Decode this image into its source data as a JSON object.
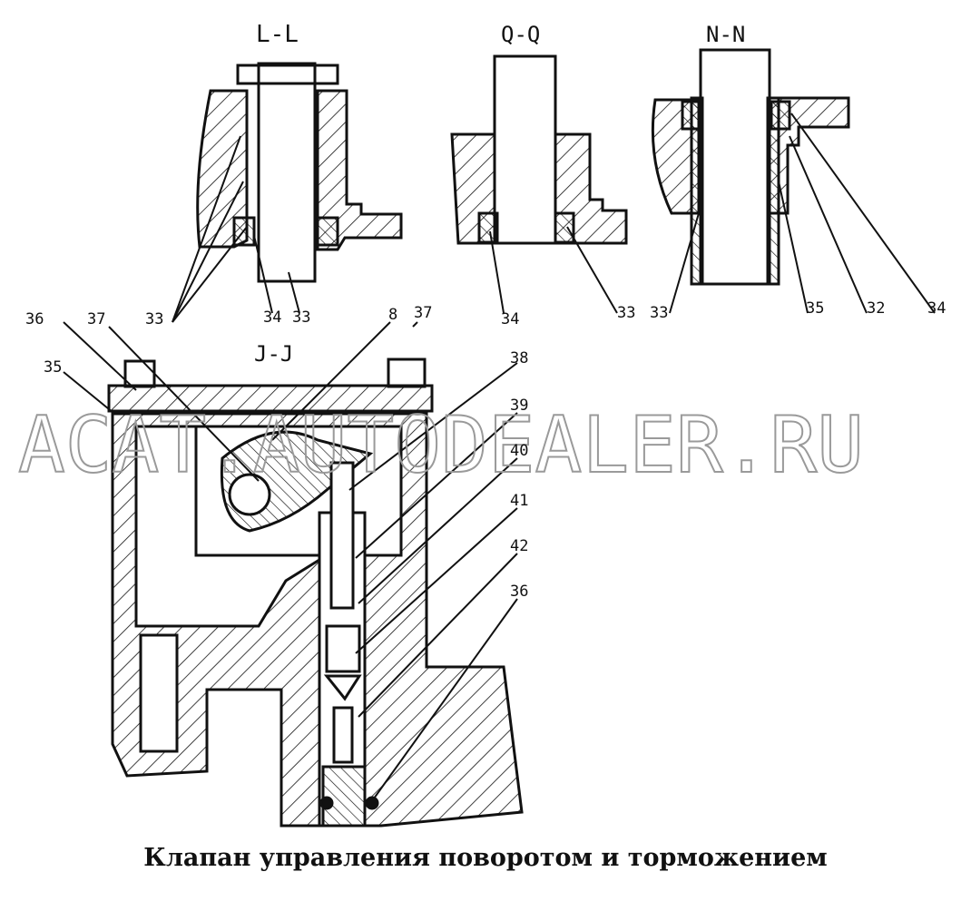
{
  "caption": "Клапан управления поворотом и торможением",
  "watermark": "ACAT.AUTODEALER.RU",
  "section_titles": {
    "ll": "L-L",
    "qq": "Q-Q",
    "nn": "N-N",
    "jj": "J-J"
  },
  "callouts": {
    "ll_33_left": "33",
    "ll_34": "34",
    "ll_33_right": "33",
    "qq_34": "34",
    "qq_33": "33",
    "nn_33": "33",
    "nn_35": "35",
    "nn_32": "32",
    "nn_34": "34",
    "jj_36_top": "36",
    "jj_37_left": "37",
    "jj_35": "35",
    "jj_8": "8",
    "jj_37_right": "37",
    "jj_38": "38",
    "jj_39": "39",
    "jj_40": "40",
    "jj_41": "41",
    "jj_42": "42",
    "jj_36_bottom": "36"
  },
  "colors": {
    "ink": "#111111",
    "paper": "#ffffff",
    "watermark": "#9a9a9a"
  }
}
